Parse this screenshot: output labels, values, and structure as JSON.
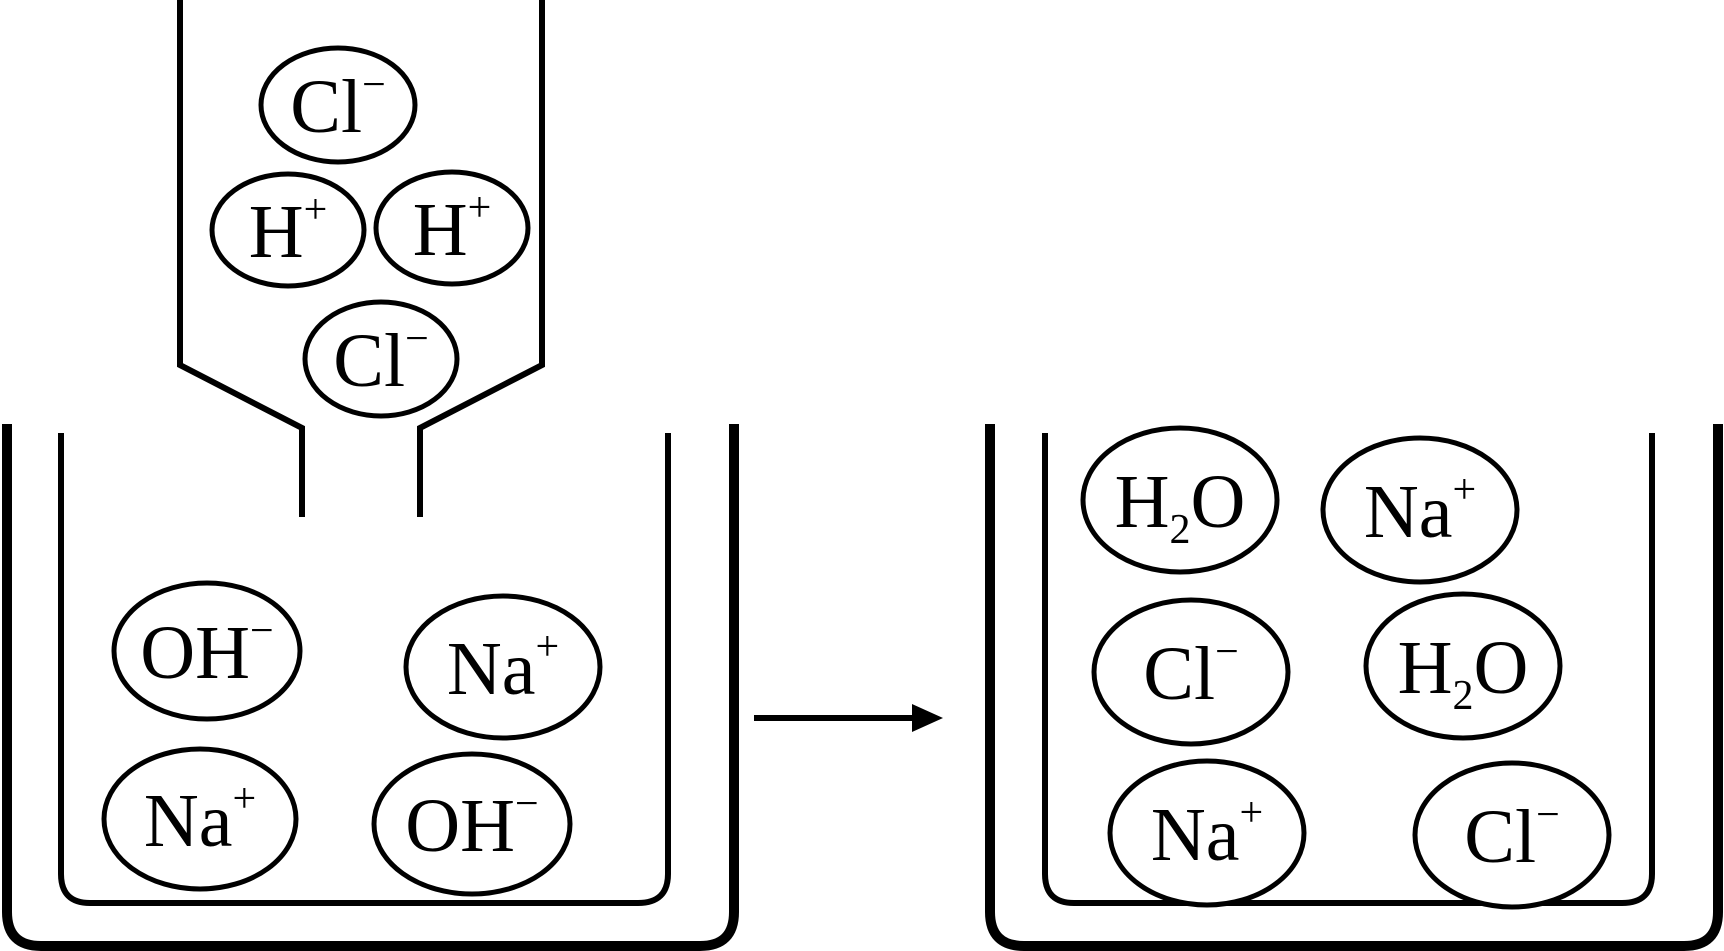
{
  "diagram": {
    "funnel_ions": [
      {
        "base": "Cl",
        "sup": "−"
      },
      {
        "base": "H",
        "sup": "+"
      },
      {
        "base": "H",
        "sup": "+"
      },
      {
        "base": "Cl",
        "sup": "−"
      }
    ],
    "left_beaker_ions": [
      {
        "base": "OH",
        "sup": "−"
      },
      {
        "base": "Na",
        "sup": "+"
      },
      {
        "base": "Na",
        "sup": "+"
      },
      {
        "base": "OH",
        "sup": "−"
      }
    ],
    "right_beaker_ions": [
      {
        "pre": "H",
        "sub": "2",
        "post": "O"
      },
      {
        "base": "Na",
        "sup": "+"
      },
      {
        "base": "Cl",
        "sup": "−"
      },
      {
        "pre": "H",
        "sub": "2",
        "post": "O"
      },
      {
        "base": "Na",
        "sup": "+"
      },
      {
        "base": "Cl",
        "sup": "−"
      }
    ],
    "line_color": "#000000",
    "background_color": "#ffffff"
  }
}
